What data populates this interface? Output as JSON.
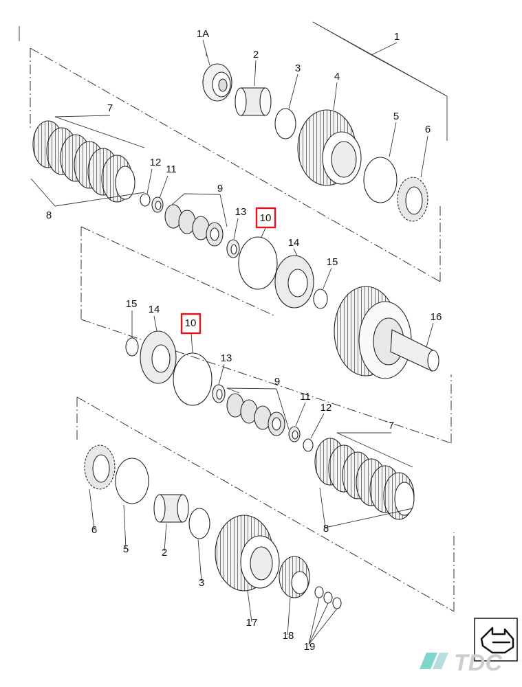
{
  "labels": {
    "l1": "1",
    "l1a": "1A",
    "l2a": "2",
    "l3a": "3",
    "l4": "4",
    "l5a": "5",
    "l6a": "6",
    "l7a": "7",
    "l8a": "8",
    "l9a": "9",
    "l10a": "10",
    "l11a": "11",
    "l12a": "12",
    "l13a": "13",
    "l14a": "14",
    "l15a": "15",
    "l16": "16",
    "l15b": "15",
    "l14b": "14",
    "l10b": "10",
    "l13b": "13",
    "l9b": "9",
    "l11b": "11",
    "l12b": "12",
    "l7b": "7",
    "l6b": "6",
    "l5b": "5",
    "l2b": "2",
    "l3b": "3",
    "l8b": "8",
    "l17": "17",
    "l18": "18",
    "l19": "19"
  },
  "highlight_color": "#e0121b",
  "watermark": {
    "text": "TDC",
    "icon": "tdc-logo-icon"
  },
  "corner_icon": "return-arrow-icon"
}
